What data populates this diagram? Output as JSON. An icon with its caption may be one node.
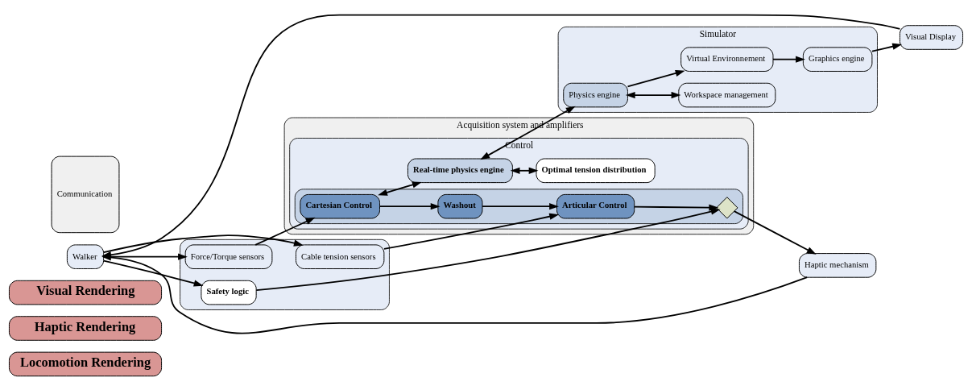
{
  "diagram": {
    "nodes": [
      {
        "text": [
          "Locomotion Rendering"
        ]
      },
      {
        "text": [
          "Haptic Rendering"
        ]
      },
      {
        "text": [
          "Visual Rendering"
        ]
      },
      {
        "text": [
          "Walker"
        ]
      },
      {
        "text": [],
        "shape": "box"
      },
      {
        "text": [
          "Force/Torque sensors"
        ],
        "in": 4
      },
      {
        "text": [
          "Cable tension sensors"
        ],
        "in": 4
      },
      {
        "text": [
          "Safety logic"
        ],
        "in": 4
      },
      {
        "text": [
          "Acquisition system and amplifiers"
        ]
      },
      {
        "text": [
          "Control"
        ],
        "in": 8
      },
      {
        "text": [],
        "shape": "box",
        "in": 9
      },
      {
        "text": [
          "Cartesian Control"
        ],
        "in": 10
      },
      {
        "text": [
          "Washout"
        ],
        "in": 10
      },
      {
        "text": [
          "Articular Control"
        ],
        "in": 10
      },
      {
        "text": [],
        "shape": "diamond",
        "in": 10
      },
      {
        "text": [
          "Real-time physics engine"
        ],
        "in": 9
      },
      {
        "text": [
          "Optimal tension distribution"
        ],
        "in": 9
      },
      {
        "text": [
          "Communication"
        ]
      },
      {
        "text": [
          "Simulator"
        ]
      },
      {
        "text": [
          "Physics engine"
        ],
        "in": 18
      },
      {
        "text": [
          "Workspace management"
        ],
        "in": 18
      },
      {
        "text": [
          "Virtual Environnement"
        ],
        "in": 18
      },
      {
        "text": [
          "Graphics engine"
        ],
        "in": 18
      },
      {
        "text": [
          "Haptic mechanism"
        ]
      },
      {
        "text": [
          "Visual Display"
        ]
      }
    ],
    "edges": [
      {
        "from": 3,
        "to": 5,
        "arrow": "to"
      },
      {
        "from": 3,
        "to": 6,
        "arrow": "to"
      },
      {
        "from": 3,
        "to": 7,
        "arrow": "to"
      },
      {
        "from": 5,
        "to": 11,
        "arrow": "to"
      },
      {
        "from": 6,
        "to": 13,
        "arrow": "to"
      },
      {
        "from": 7,
        "to": 14,
        "arrow": "to"
      },
      {
        "from": 11,
        "to": 12,
        "arrow": "to"
      },
      {
        "from": 12,
        "to": 13,
        "arrow": "to"
      },
      {
        "from": 13,
        "to": 14,
        "arrow": "to"
      },
      {
        "from": 11,
        "to": 15,
        "arrow": "both"
      },
      {
        "from": 15,
        "to": 19,
        "arrow": "both"
      },
      {
        "from": 15,
        "to": 16,
        "arrow": "both"
      },
      {
        "from": 19,
        "to": 20,
        "arrow": "both"
      },
      {
        "from": 19,
        "to": 21,
        "arrow": "to"
      },
      {
        "from": 21,
        "to": 22,
        "arrow": "to"
      },
      {
        "from": 14,
        "to": 23,
        "arrow": "to"
      },
      {
        "from": 22,
        "to": 24,
        "arrow": "to"
      },
      {
        "from": 23,
        "to": 3,
        "arrow": "to"
      },
      {
        "from": 24,
        "to": 3,
        "arrow": "to"
      }
    ]
  }
}
